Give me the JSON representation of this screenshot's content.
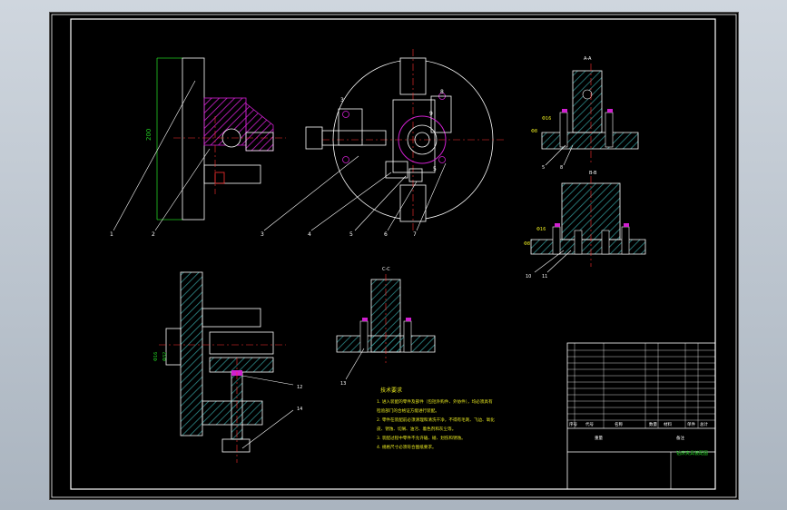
{
  "colors": {
    "background": "#000000",
    "frame": "#ffffff",
    "hatch": "#2e8b8b",
    "magenta": "#d020d0",
    "green": "#22cc22",
    "red_center": "#ff3030",
    "yellow": "#e8e820"
  },
  "views": {
    "front": {
      "dimension": "200"
    },
    "plan": {
      "numbers_top": [
        "8",
        "9"
      ],
      "numbers_small": [
        "3",
        "5"
      ]
    },
    "section_aa": {
      "label": "A-A",
      "dims": [
        "Φ16",
        "Φ8"
      ],
      "leaders": [
        "5",
        "8"
      ]
    },
    "section_bb": {
      "label": "B-B",
      "dims": [
        "Φ16",
        "Φ8"
      ],
      "leaders": [
        "10",
        "11"
      ]
    },
    "section_cc": {
      "label": "C-C",
      "leaders": [
        "13"
      ]
    },
    "side": {
      "dims": [
        "Φ16",
        "Φ32"
      ],
      "leaders": [
        "12",
        "14"
      ]
    }
  },
  "leaders_bottom": [
    "1",
    "2",
    "3",
    "4",
    "5",
    "6",
    "7"
  ],
  "tech_requirements": {
    "title": "技术要求",
    "lines": [
      "1. 进入装配的零件及部件（包括外购件、外协件），均必须具有",
      "检验部门的合格证方能进行装配。",
      "2. 零件在装配前必须清理和清洗干净，不得有毛刺、飞边、氧化",
      "皮、锈蚀、切屑、油污、着色剂和灰尘等。",
      "3. 装配过程中零件不允许磕、碰、划伤和锈蚀。",
      "4. 规格尺寸必须符合图纸要求。"
    ]
  },
  "title_block": {
    "headers": [
      "序号",
      "代号",
      "名称",
      "数量",
      "材料",
      "单件",
      "总计",
      "重量",
      "备注"
    ],
    "drawing_name": "钻床夹具装配图"
  }
}
